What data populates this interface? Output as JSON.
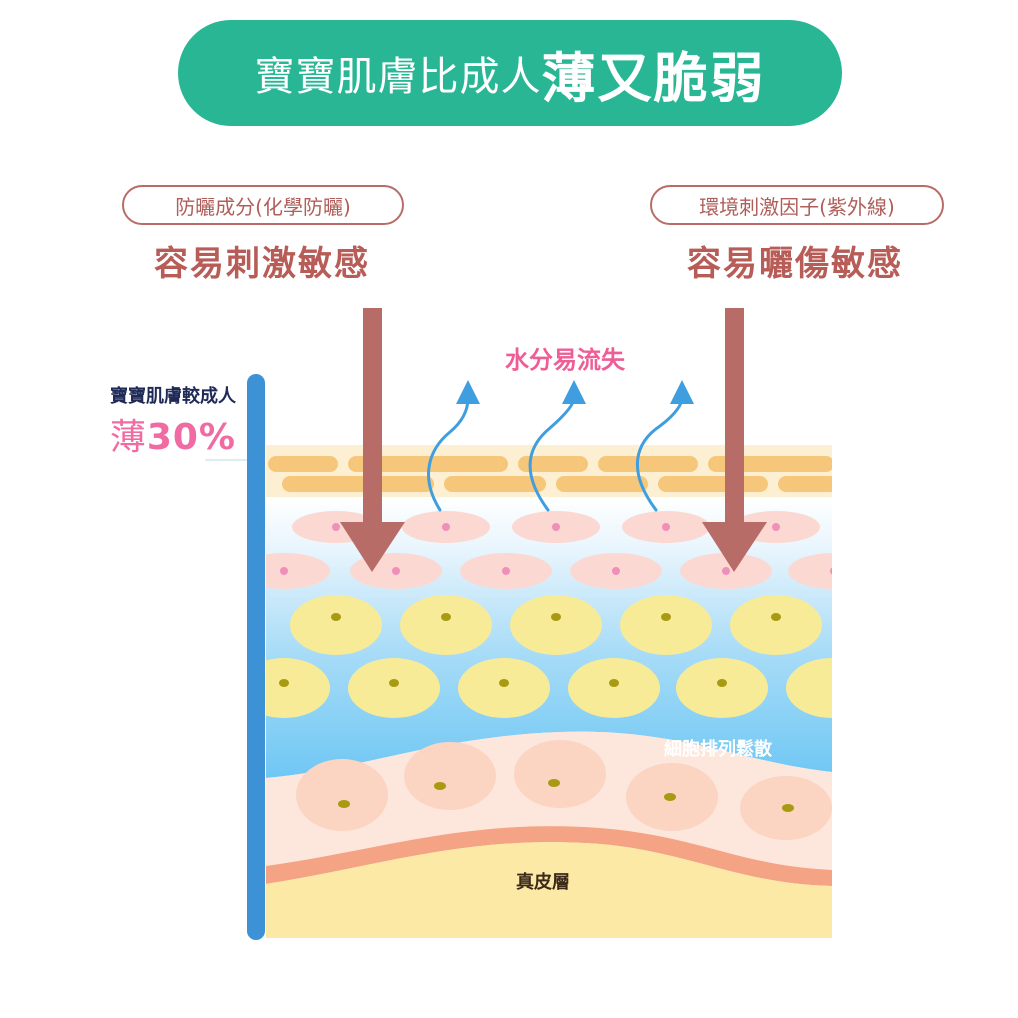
{
  "title": {
    "normal": "寶寶肌膚比成人",
    "emphasis": "薄又脆弱"
  },
  "left_cause": {
    "tag": "防曬成分(化學防曬)",
    "effect": "容易刺激敏感"
  },
  "right_cause": {
    "tag": "環境刺激因子(紫外線)",
    "effect": "容易曬傷敏感"
  },
  "water_label": "水分易流失",
  "side_note": {
    "line1": "寶寶肌膚較成人",
    "prefix": "薄",
    "value": "30%"
  },
  "layer_labels": {
    "cells": "細胞排列鬆散",
    "dermis": "真皮層"
  },
  "colors": {
    "title_bg": "#28b695",
    "arrow": "#b86c68",
    "water_arrow": "#3f9ee0",
    "outer_layer": "#f6c77a",
    "blue_layer": "#6cc6f5",
    "dermis": "#fde9a6",
    "cell_pink": "#fbd9d2",
    "cell_yellow": "#f8eb98"
  },
  "icons": [
    "down-arrow-icon",
    "up-curvy-arrow-icon",
    "thickness-bar-icon"
  ]
}
